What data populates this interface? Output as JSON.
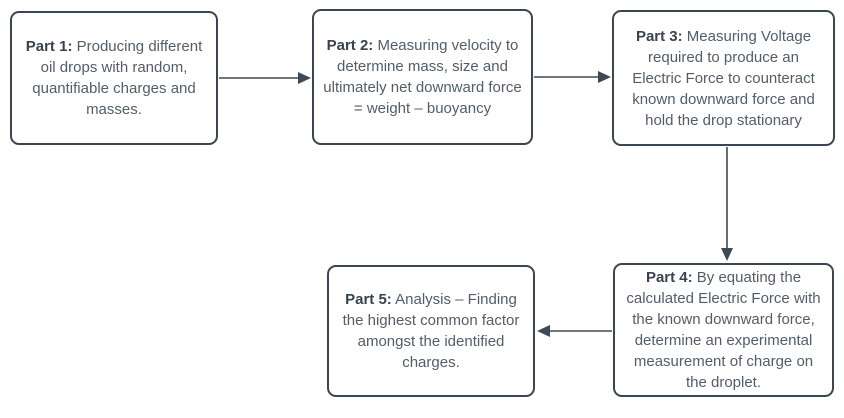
{
  "diagram": {
    "type": "flowchart",
    "description": "Millikan oil drop experiment procedure flowchart"
  },
  "nodes": [
    {
      "id": "part1",
      "label_bold": "Part 1:",
      "label_text": " Producing different oil drops with random, quantifiable charges and masses."
    },
    {
      "id": "part2",
      "label_bold": "Part 2:",
      "label_text": " Measuring velocity to determine mass, size and ultimately net downward force = weight – buoyancy"
    },
    {
      "id": "part3",
      "label_bold": "Part 3:",
      "label_text": " Measuring Voltage required to produce an Electric Force to counteract known downward force and hold the drop stationary"
    },
    {
      "id": "part4",
      "label_bold": "Part 4:",
      "label_text": " By equating the calculated Electric Force with the known downward force, determine an experimental measurement of charge on the droplet."
    },
    {
      "id": "part5",
      "label_bold": "Part 5:",
      "label_text": " Analysis – Finding the highest common factor amongst the identified charges."
    }
  ],
  "connections": [
    {
      "from": "part1",
      "to": "part2",
      "direction": "right"
    },
    {
      "from": "part2",
      "to": "part3",
      "direction": "right"
    },
    {
      "from": "part3",
      "to": "part4",
      "direction": "down"
    },
    {
      "from": "part4",
      "to": "part5",
      "direction": "left"
    }
  ],
  "colors": {
    "background": "#ffffff",
    "border": "#3b4653",
    "text": "#535d69",
    "text_bold": "#39434f",
    "arrow": "#3e4956"
  }
}
